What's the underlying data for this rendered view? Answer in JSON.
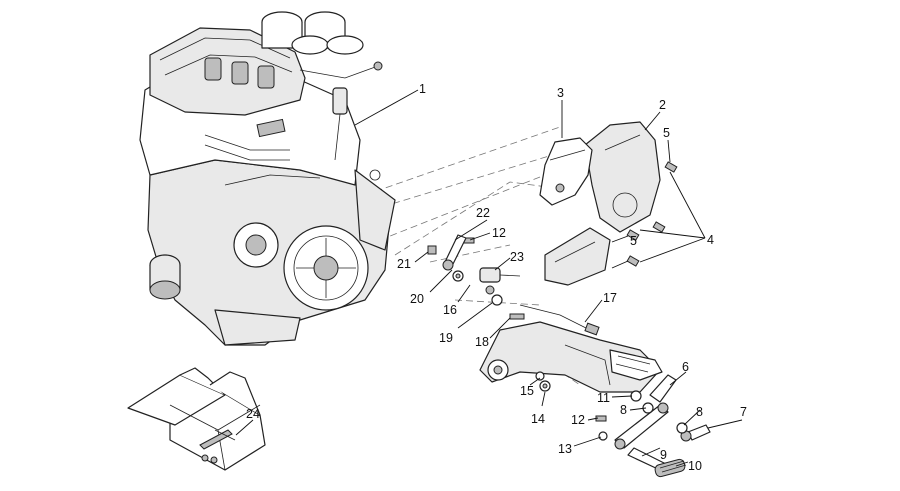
{
  "callouts": {
    "c1": "1",
    "c2": "2",
    "c3": "3",
    "c4": "4",
    "c5a": "5",
    "c5b": "5",
    "c6": "6",
    "c7": "7",
    "c8a": "8",
    "c8b": "8",
    "c9": "9",
    "c10": "10",
    "c11": "11",
    "c12a": "12",
    "c12b": "12",
    "c13": "13",
    "c14": "14",
    "c15": "15",
    "c16": "16",
    "c17": "17",
    "c18": "18",
    "c19": "19",
    "c20": "20",
    "c21": "21",
    "c22": "22",
    "c23": "23",
    "c24": "24"
  },
  "colors": {
    "line": "#222222",
    "shade": "#e9e9e9",
    "dark": "#bdbdbd",
    "background": "#ffffff"
  }
}
